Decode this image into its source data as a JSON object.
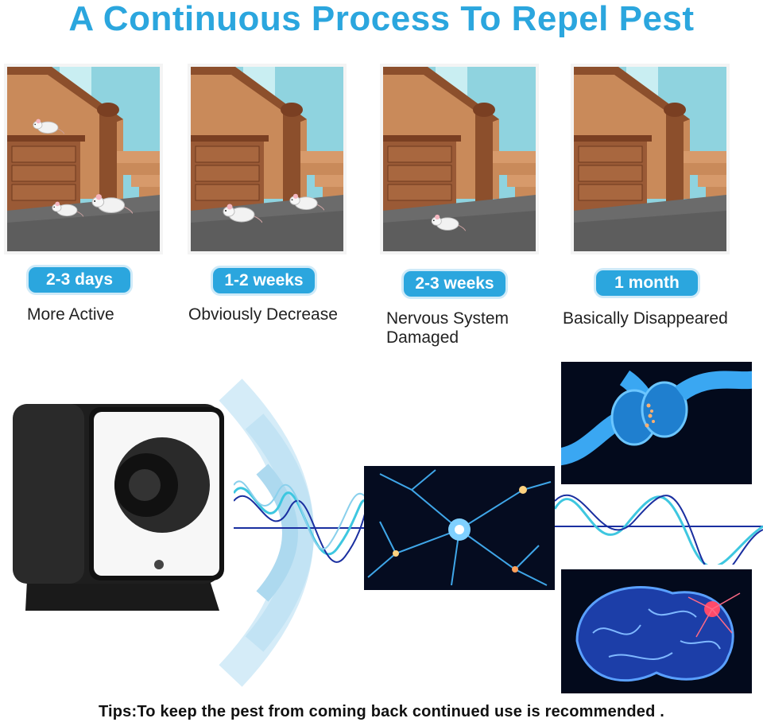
{
  "title": "A Continuous Process To Repel Pest",
  "stages": [
    {
      "badge": "2-3 days",
      "caption": "More Active"
    },
    {
      "badge": "1-2 weeks",
      "caption": "Obviously Decrease"
    },
    {
      "badge": "2-3 weeks",
      "caption": "Nervous System Damaged"
    },
    {
      "badge": "1 month",
      "caption": "Basically Disappeared"
    }
  ],
  "tips": "Tips:To keep the pest from coming back continued use is recommended .",
  "colors": {
    "accent": "#2ba6de",
    "wave_dark": "#1a2fa0",
    "wave_light": "#3ec7e0"
  },
  "icons": [
    "mouse-icon",
    "stairs-illustration",
    "dresser-illustration",
    "ultrasonic-repeller-device",
    "neuron-image",
    "synapse-image",
    "brain-image"
  ]
}
